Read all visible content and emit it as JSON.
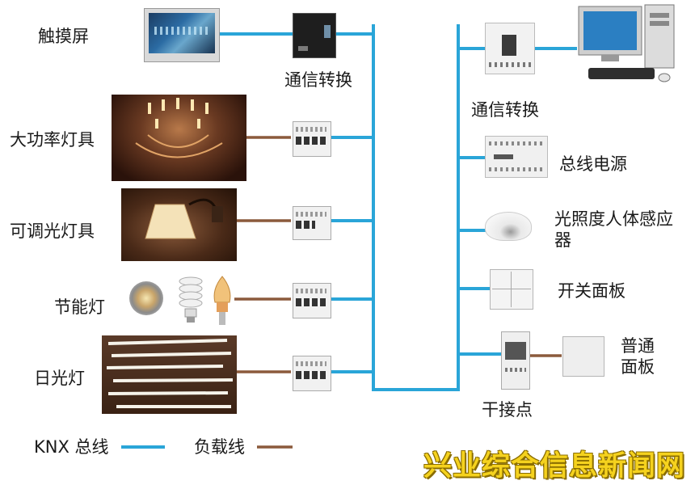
{
  "left_devices": {
    "touchscreen": "触摸屏",
    "high_power_lamp": "大功率灯具",
    "dimmable_lamp": "可调光灯具",
    "energy_saving_lamp": "节能灯",
    "fluorescent_lamp": "日光灯"
  },
  "converter_left": "通信转换",
  "right_devices": {
    "converter": "通信转换",
    "bus_power": "总线电源",
    "sensor": "光照度人体感应器",
    "switch_panel": "开关面板",
    "dry_contact": "干接点",
    "normal_panel": "普通面板"
  },
  "legend": {
    "knx_label": "KNX 总线",
    "load_label": "负载线"
  },
  "colors": {
    "knx_bus": "#2aa5d8",
    "load_line": "#8b5a3c"
  },
  "watermark": "兴业综合信息新闻网"
}
